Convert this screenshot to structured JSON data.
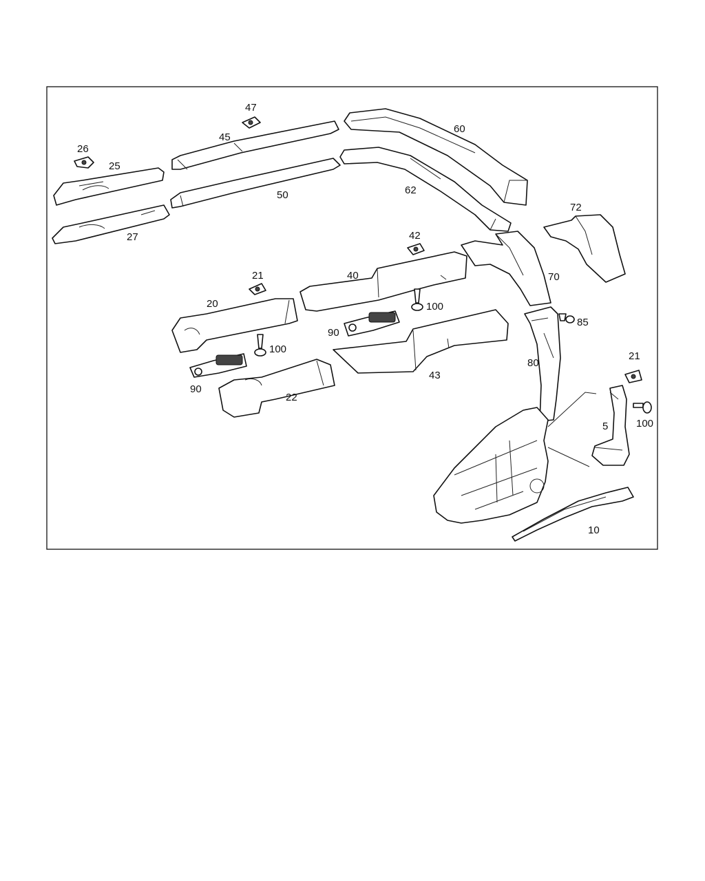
{
  "labels": {
    "l26": "26",
    "l25": "25",
    "l27": "27",
    "l47": "47",
    "l45": "45",
    "l50": "50",
    "l60": "60",
    "l62": "62",
    "l72": "72",
    "l70": "70",
    "l42": "42",
    "l40": "40",
    "l100a": "100",
    "l21a": "21",
    "l20": "20",
    "l90a": "90",
    "l100b": "100",
    "l90b": "90",
    "l22": "22",
    "l43": "43",
    "l85": "85",
    "l80": "80",
    "l21b": "21",
    "l100c": "100",
    "l5": "5",
    "l10": "10"
  }
}
